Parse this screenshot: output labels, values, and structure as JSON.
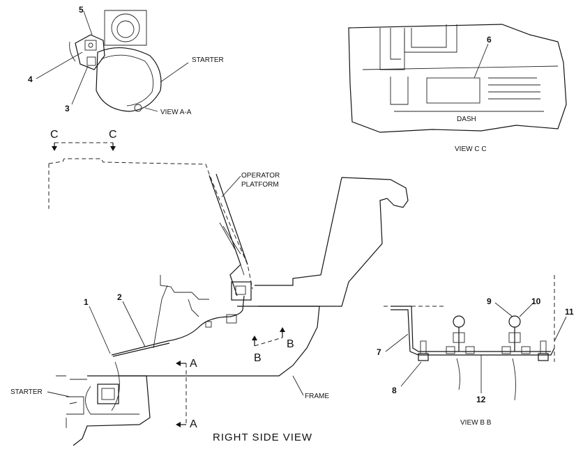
{
  "labels": {
    "starter_top": "STARTER",
    "view_aa": "VIEW A-A",
    "dash": "DASH",
    "view_cc": "VIEW C C",
    "operator_platform_1": "OPERATOR",
    "operator_platform_2": "PLATFORM",
    "frame": "FRAME",
    "starter_left": "STARTER",
    "right_side_view": "RIGHT SIDE VIEW",
    "view_bb": "VIEW B B"
  },
  "section_marks": {
    "c_left": "C",
    "c_right": "C",
    "a_top": "A",
    "a_bottom": "A",
    "b_left": "B",
    "b_right": "B"
  },
  "callouts": [
    "1",
    "2",
    "3",
    "4",
    "5",
    "6",
    "7",
    "8",
    "9",
    "10",
    "11",
    "12"
  ]
}
